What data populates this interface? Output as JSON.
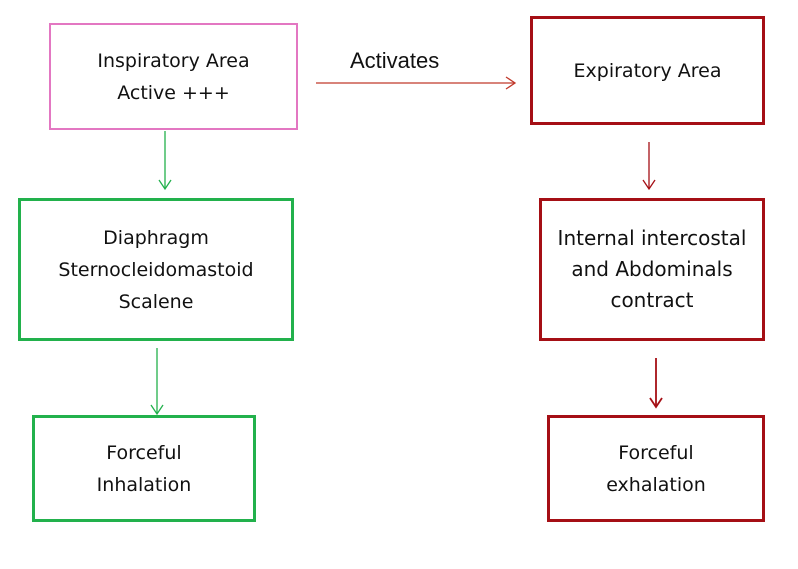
{
  "diagram": {
    "inspiratory_box": {
      "lines": [
        "Inspiratory Area",
        "Active +++"
      ]
    },
    "expiratory_box": {
      "lines": [
        "Expiratory Area"
      ]
    },
    "muscles_box": {
      "lines": [
        "Diaphragm",
        "Sternocleidomastoid",
        "Scalene"
      ]
    },
    "internal_box": {
      "lines": [
        "Internal intercostal",
        "and Abdominals",
        "contract"
      ]
    },
    "inhalation_box": {
      "lines": [
        "Forceful",
        "Inhalation"
      ]
    },
    "exhalation_box": {
      "lines": [
        "Forceful",
        "exhalation"
      ]
    },
    "edge_label": "Activates",
    "colors": {
      "pink": "#e377c2",
      "green": "#22b14c",
      "red": "#a50f15",
      "arrow_red": "#c0392b"
    }
  }
}
